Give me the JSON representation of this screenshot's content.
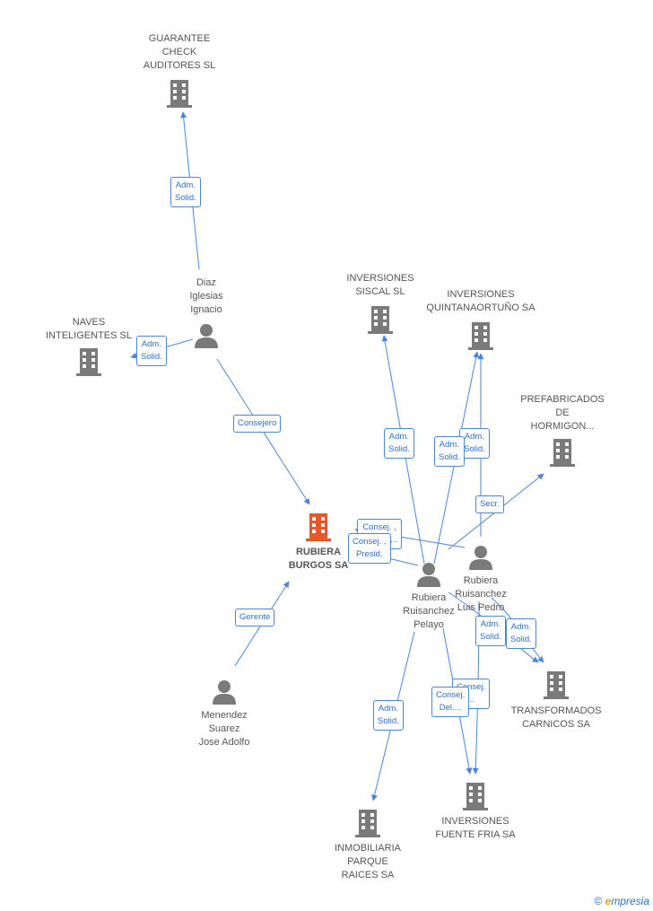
{
  "colors": {
    "edge": "#4a86d6",
    "node_gray": "#7a7a7a",
    "node_main": "#e8562a"
  },
  "nodes": {
    "guarantee": {
      "label": "GUARANTEE\nCHECK\nAUDITORES SL",
      "icon": "building-icon"
    },
    "naves": {
      "label": "NAVES\nINTELIGENTES SL",
      "icon": "building-icon"
    },
    "diaz": {
      "label": "Diaz\nIglesias\nIgnacio",
      "icon": "person-icon"
    },
    "inv_siscal": {
      "label": "INVERSIONES\nSISCAL SL",
      "icon": "building-icon"
    },
    "inv_quintana": {
      "label": "INVERSIONES\nQUINTANAORTUÑO SA",
      "icon": "building-icon"
    },
    "prefabricados": {
      "label": "PREFABRICADOS\nDE\nHORMIGON...",
      "icon": "building-icon"
    },
    "rubiera_burgos": {
      "label": "RUBIERA\nBURGOS SA",
      "icon": "building-icon"
    },
    "rubiera_luis": {
      "label": "Rubiera\nRuisanchez\nLuis Pedro",
      "icon": "person-icon"
    },
    "rubiera_pelayo": {
      "label": "Rubiera\nRuisanchez\nPelayo",
      "icon": "person-icon"
    },
    "menendez": {
      "label": "Menendez\nSuarez\nJose Adolfo",
      "icon": "person-icon"
    },
    "transformados": {
      "label": "TRANSFORMADOS\nCARNICOS SA",
      "icon": "building-icon"
    },
    "inv_fuente": {
      "label": "INVERSIONES\nFUENTE FRIA SA",
      "icon": "building-icon"
    },
    "inmobiliaria": {
      "label": "INMOBILIARIA\nPARQUE\nRAICES SA",
      "icon": "building-icon"
    }
  },
  "edge_labels": {
    "diaz_guarantee": "Adm.\nSolid.",
    "diaz_naves": "Adm.\nSolid.",
    "diaz_burgos": "Consejero",
    "menendez_burgos": "Gerente",
    "pelayo_siscal": "Adm.\nSolid.",
    "pelayo_quintana": "Adm.\nSolid.",
    "luis_quintana": "Adm.\nSolid.",
    "luis_prefab": "Secr.",
    "luis_burgos": "Consej. ,\nConsej....",
    "pelayo_burgos": "Consej. ,\nPresid.",
    "luis_transf": "Adm.\nSolid.",
    "pelayo_transf": "Adm.\nSolid.",
    "pelayo_fuente_a": "Consej.\n...",
    "pelayo_fuente_b": "Consej.\nDel....",
    "pelayo_inmob": "Adm.\nSolid."
  },
  "footer": {
    "copyright": "©",
    "brand_e": "e",
    "brand_rest": "mpresia"
  }
}
